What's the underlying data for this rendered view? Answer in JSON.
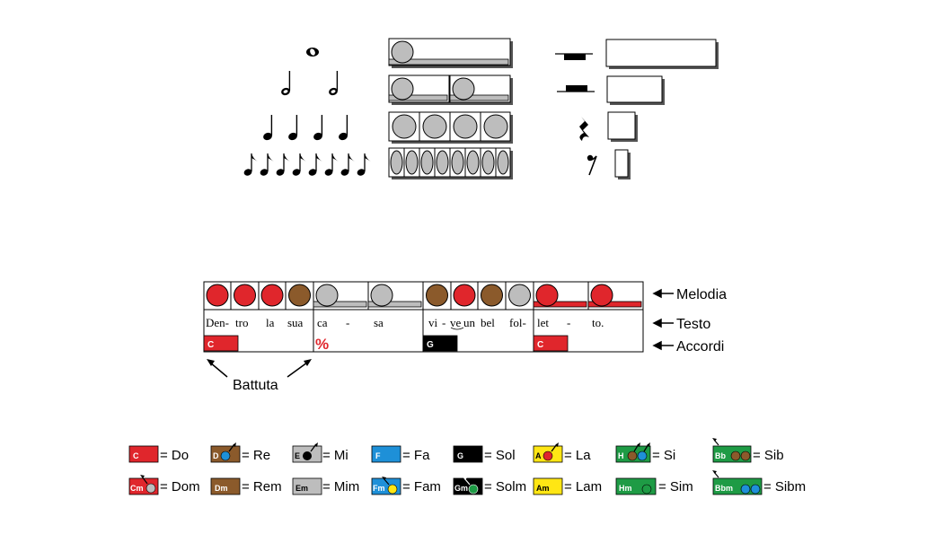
{
  "notation": {
    "note_glyphs": {
      "whole": "𝅝",
      "half": "𝅗𝅥",
      "quarter": "♩",
      "eighth": "♪",
      "half_rest": "▬",
      "quarter_rest": "𝄽",
      "eighth_rest": "𝄾"
    }
  },
  "example": {
    "labels": {
      "melody": "Melodia",
      "lyrics": "Testo",
      "chords": "Accordi",
      "measure": "Battuta"
    },
    "lyrics": [
      "Den-",
      "tro",
      "la",
      "sua",
      "ca",
      "-",
      "sa",
      "vi",
      "-",
      "ve",
      "un",
      "bel",
      "fol-",
      "let",
      "-",
      "to."
    ],
    "chords": [
      "C",
      "%",
      "G",
      "C"
    ]
  },
  "legend": {
    "major": [
      {
        "symbol": "C",
        "name": "= Do",
        "color": "#e0262c"
      },
      {
        "symbol": "D",
        "name": "= Re",
        "color": "#8b5a2b"
      },
      {
        "symbol": "E",
        "name": "= Mi",
        "color": "#bdbdbd"
      },
      {
        "symbol": "F",
        "name": "= Fa",
        "color": "#1e90d8"
      },
      {
        "symbol": "G",
        "name": "= Sol",
        "color": "#000000"
      },
      {
        "symbol": "A",
        "name": "= La",
        "color": "#ffe614"
      },
      {
        "symbol": "H",
        "name": "= Si",
        "color": "#1e9b45"
      },
      {
        "symbol": "Bb",
        "name": "= Sib",
        "color": "#1e9b45"
      }
    ],
    "minor": [
      {
        "symbol": "Cm",
        "name": "= Dom",
        "color": "#e0262c"
      },
      {
        "symbol": "Dm",
        "name": "= Rem",
        "color": "#8b5a2b"
      },
      {
        "symbol": "Em",
        "name": "= Mim",
        "color": "#bdbdbd"
      },
      {
        "symbol": "Fm",
        "name": "= Fam",
        "color": "#1e90d8"
      },
      {
        "symbol": "Gm",
        "name": "= Solm",
        "color": "#000000"
      },
      {
        "symbol": "Am",
        "name": "= Lam",
        "color": "#ffe614"
      },
      {
        "symbol": "Hm",
        "name": "= Sim",
        "color": "#1e9b45"
      },
      {
        "symbol": "Bbm",
        "name": "= Sibm",
        "color": "#1e9b45"
      }
    ]
  },
  "colors": {
    "red": "#e0262c",
    "brown": "#8b5a2b",
    "gray": "#bdbdbd",
    "blue": "#1e90d8",
    "black": "#000000",
    "yellow": "#ffe614",
    "green": "#1e9b45"
  }
}
